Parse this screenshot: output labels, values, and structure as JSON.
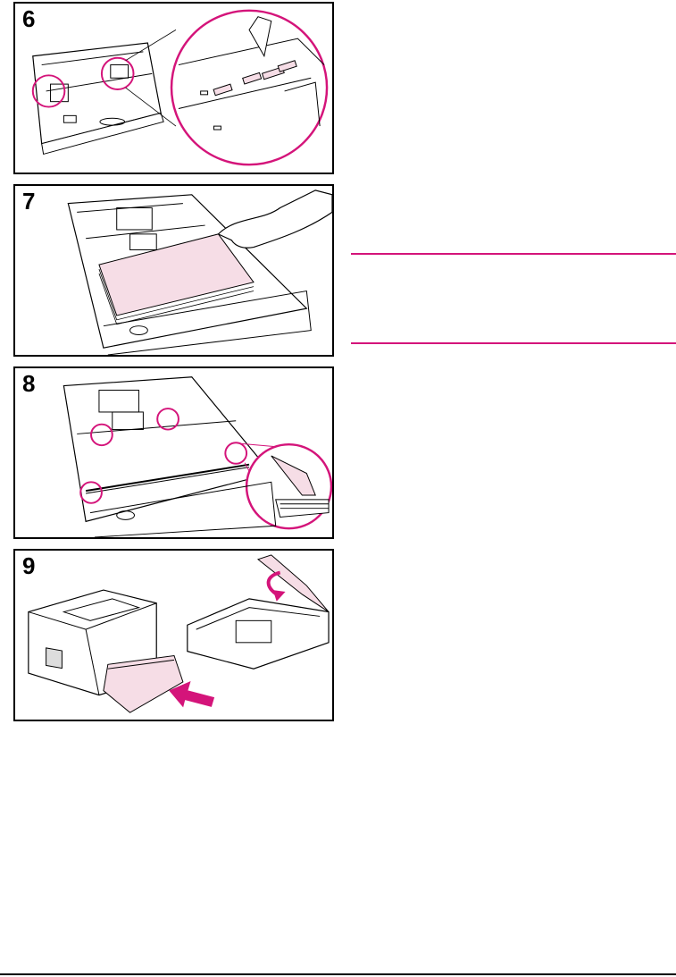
{
  "steps": [
    {
      "number": "6"
    },
    {
      "number": "7"
    },
    {
      "number": "8"
    },
    {
      "number": "9"
    }
  ],
  "colors": {
    "accent": "#d4147a",
    "paper_fill": "#f6dde6",
    "line": "#000000"
  },
  "icons": {
    "step6": "paper-tray-size-guides-illustration",
    "step7": "hand-loading-paper-illustration",
    "step8": "paper-tabs-check-illustration",
    "step9": "insert-tray-into-printer-illustration"
  }
}
